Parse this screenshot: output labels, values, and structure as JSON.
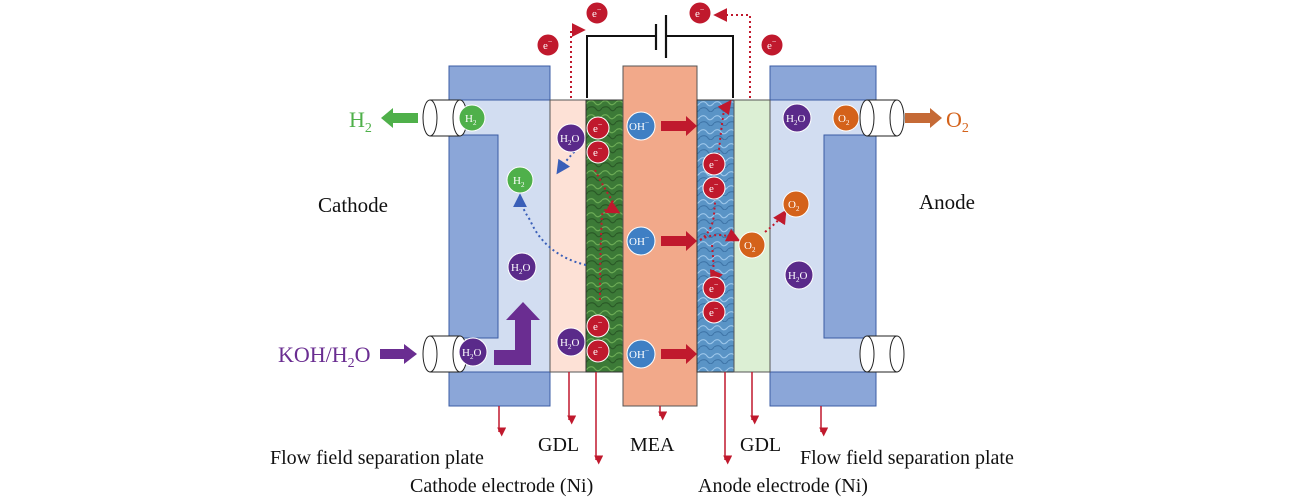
{
  "labels": {
    "cathode": "Cathode",
    "anode": "Anode",
    "h2_out": "H",
    "h2_out_sub": "2",
    "o2_out": "O",
    "o2_out_sub": "2",
    "koh_main": "KOH/H",
    "koh_sub": "2",
    "koh_end": "O",
    "gdl_left": "GDL",
    "mea": "MEA",
    "gdl_right": "GDL",
    "flow_plate_left": "Flow field separation plate",
    "flow_plate_right": "Flow field separation plate",
    "cathode_electrode": "Cathode electrode (Ni)",
    "anode_electrode": "Anode electrode (Ni)"
  },
  "particles": {
    "electron": "e",
    "electron_sup": "−",
    "hydroxide": "OH",
    "hydroxide_sup": "−",
    "hydrogen": "H",
    "hydrogen_sub": "2",
    "oxygen": "O",
    "oxygen_sub": "2",
    "water_h": "H",
    "water_sub": "2",
    "water_o": "O"
  },
  "colors": {
    "plate": "#8ba6d8",
    "channel": "#d2ddf1",
    "gdl_cathode": "#fde1d6",
    "cathode_electrode": "#3f7a3a",
    "membrane": "#f2a98a",
    "anode_electrode": "#5b95c8",
    "gdl_anode": "#dcefd4",
    "electron": "#c0192d",
    "hydroxide": "#3f7fc4",
    "hydrogen": "#4fb04a",
    "oxygen": "#d4621a",
    "water": "#5a2a8a",
    "h2_text": "#4fb04a",
    "o2_text": "#d4621a",
    "koh_text": "#6a2d91",
    "arrow_red": "#c0192d"
  }
}
